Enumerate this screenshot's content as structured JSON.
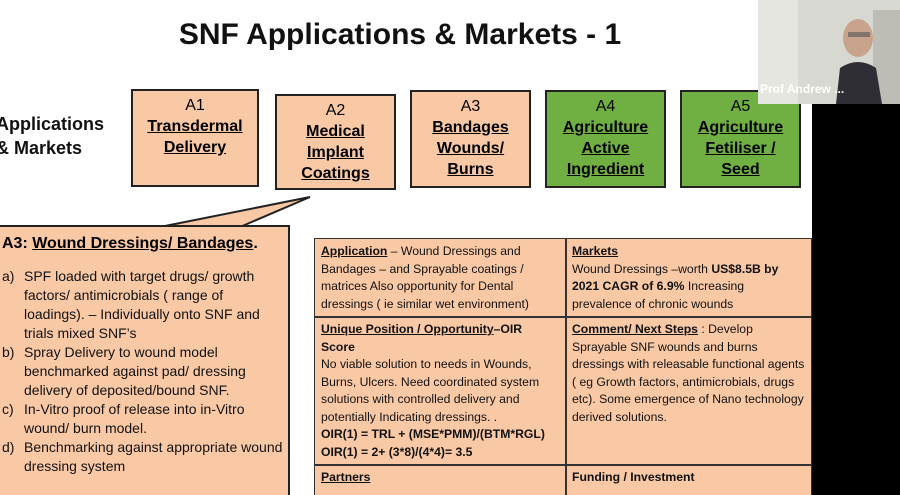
{
  "slide": {
    "title": "SNF Applications & Markets  - 1",
    "side_label_line1": "Applications",
    "side_label_line2": "& Markets",
    "boxes": [
      {
        "num": "A1",
        "lines": [
          "Transdermal",
          "Delivery"
        ]
      },
      {
        "num": "A2",
        "lines": [
          "Medical",
          "Implant",
          "Coatings"
        ]
      },
      {
        "num": "A3",
        "lines": [
          "Bandages",
          "Wounds/",
          "Burns"
        ]
      },
      {
        "num": "A4",
        "lines": [
          "Agriculture",
          "Active",
          "Ingredient"
        ]
      },
      {
        "num": "A5",
        "lines": [
          "Agriculture",
          "Fetiliser /",
          "Seed"
        ]
      }
    ],
    "callout": {
      "prefix": "A3: ",
      "heading": "Wound Dressings/ Bandages",
      "suffix": ".",
      "items": [
        {
          "marker": "a)",
          "text": "SPF loaded with target drugs/ growth factors/ antimicrobials ( range of loadings). – Individually onto SNF and trials mixed SNF’s"
        },
        {
          "marker": "b)",
          "text": "Spray Delivery to wound model benchmarked against pad/ dressing delivery of deposited/bound SNF."
        },
        {
          "marker": "c)",
          "text": "In-Vitro proof of release into in-Vitro wound/ burn model."
        },
        {
          "marker": "d)",
          "text": "Benchmarking against appropriate wound dressing system"
        }
      ]
    },
    "grid": {
      "application_head": "Application",
      "application_text": " – Wound Dressings and Bandages – and Sprayable coatings / matrices  Also opportunity for Dental dressings ( ie similar wet environment)",
      "markets_head": "Markets",
      "markets_text1": "Wound Dressings –worth ",
      "markets_bold": "US$8.5B by 2021  CAGR of 6.9%",
      "markets_text2": " Increasing prevalence of chronic wounds",
      "unique_head": "Unique Position / Opportunity",
      "unique_suffix": "–OIR Score",
      "unique_text": "No viable solution to needs in Wounds, Burns, Ulcers.  Need coordinated system solutions with controlled delivery and potentially Indicating dressings.  .",
      "oir_line1": "OIR(1)  =  TRL + (MSE*PMM)/(BTM*RGL)",
      "oir_line2": "OIR(1) = 2+ (3*8)/(4*4)= 3.5",
      "comment_head": "Comment/ Next Steps",
      "comment_text": " :  Develop Sprayable SNF wounds and burns dressings with releasable functional agents ( eg Growth factors, antimicrobials, drugs etc).  Some emergence of Nano technology derived solutions.",
      "partners_head": "Partners",
      "funding_head": "Funding / Investment"
    }
  },
  "video": {
    "participant_name": "Prof Andrew ..."
  },
  "colors": {
    "peach": "#f9c9a6",
    "green": "#70b043"
  }
}
